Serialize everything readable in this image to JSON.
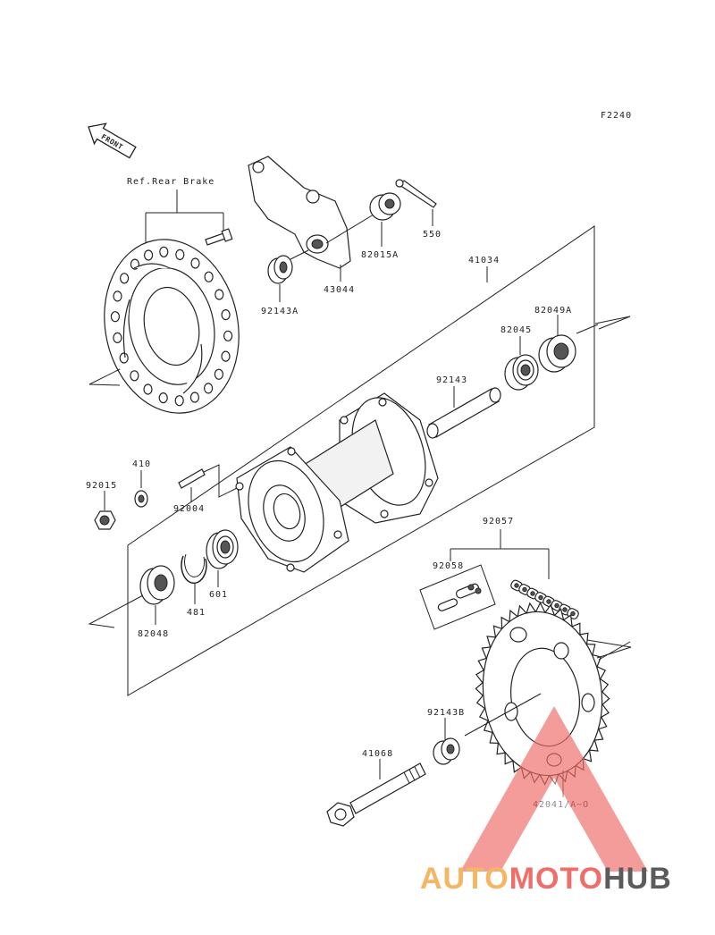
{
  "figure_code": "F2240",
  "front_label": "FRONT",
  "ref_label": "Ref.Rear Brake",
  "parts": {
    "p41034": "41034",
    "p550": "550",
    "p82015A": "82015A",
    "p43044": "43044",
    "p92143A": "92143A",
    "p82049A": "82049A",
    "p82045": "82045",
    "p92143": "92143",
    "p410": "410",
    "p92015": "92015",
    "p92004": "92004",
    "p601": "601",
    "p481": "481",
    "p82048": "82048",
    "p92057": "92057",
    "p92058": "92058",
    "p92143B": "92143B",
    "p41068": "41068",
    "p42041": "42041/A~O"
  },
  "watermark": {
    "part1": "AUTO",
    "part2": "MOTO",
    "part3": "HUB",
    "color1": "#f5b563",
    "color2": "#ee6f6a",
    "color3": "#5b5b5b"
  }
}
